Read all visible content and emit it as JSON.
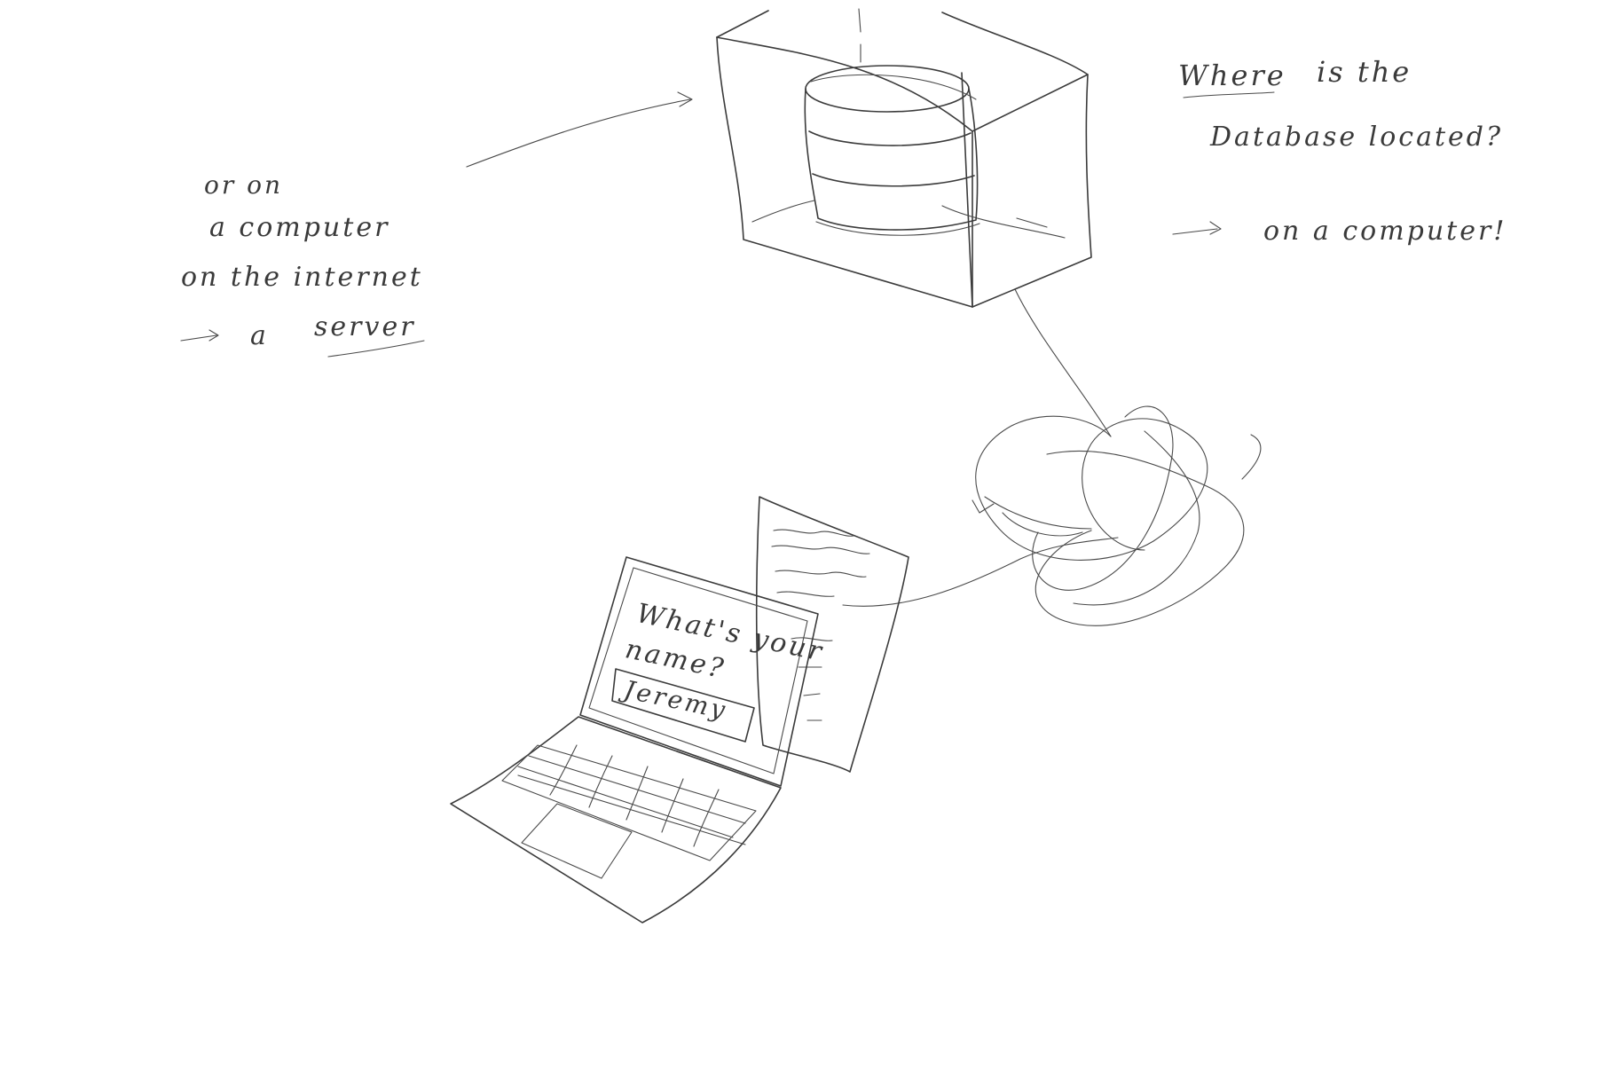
{
  "question": {
    "line1_word1": "Where",
    "line1_rest": "is the",
    "line2": "Database located?",
    "answer": "on a computer!"
  },
  "left_note": {
    "line1": "or on",
    "line2": "a computer",
    "line3": "on the internet",
    "line4_prefix": "a",
    "line4_word": "server"
  },
  "laptop_screen": {
    "prompt_line1": "What's your",
    "prompt_line2": "name?",
    "input_value": "Jeremy"
  },
  "colors": {
    "ink": "#3b3b3b",
    "paper": "#ffffff"
  }
}
